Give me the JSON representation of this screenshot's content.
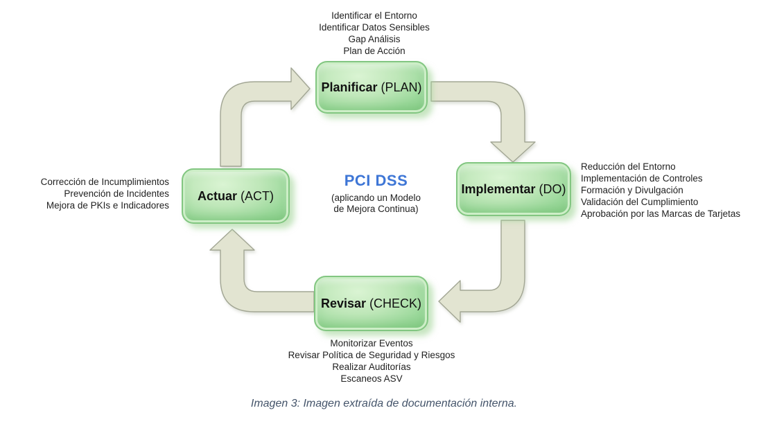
{
  "center": {
    "title": "PCI DSS",
    "subtitle_line1": "(aplicando un Modelo",
    "subtitle_line2": "de Mejora Continua)"
  },
  "nodes": {
    "plan": {
      "name": "Planificar",
      "tag": "(PLAN)"
    },
    "do": {
      "name": "Implementar",
      "tag": "(DO)"
    },
    "check": {
      "name": "Revisar",
      "tag": "(CHECK)"
    },
    "act": {
      "name": "Actuar",
      "tag": "(ACT)"
    }
  },
  "lists": {
    "plan": [
      "Identificar el Entorno",
      "Identificar Datos Sensibles",
      "Gap Análisis",
      "Plan de Acción"
    ],
    "do": [
      "Reducción del Entorno",
      "Implementación de Controles",
      "Formación y Divulgación",
      "Validación del Cumplimiento",
      "Aprobación por las Marcas de Tarjetas"
    ],
    "check": [
      "Monitorizar Eventos",
      "Revisar Política de Seguridad y Riesgos",
      "Realizar Auditorías",
      "Escaneos ASV"
    ],
    "act": [
      "Corrección de Incumplimientos",
      "Prevención de Incidentes",
      "Mejora de PKIs e Indicadores"
    ]
  },
  "caption": "Imagen 3: Imagen extraída de documentación interna.",
  "colors": {
    "node_fill": "#a9dda6",
    "node_border": "#82c681",
    "arrow_fill": "#e2e4d1",
    "arrow_stroke": "#a2a694",
    "title_blue": "#3e76d6",
    "caption_color": "#44546a",
    "background": "#ffffff"
  }
}
